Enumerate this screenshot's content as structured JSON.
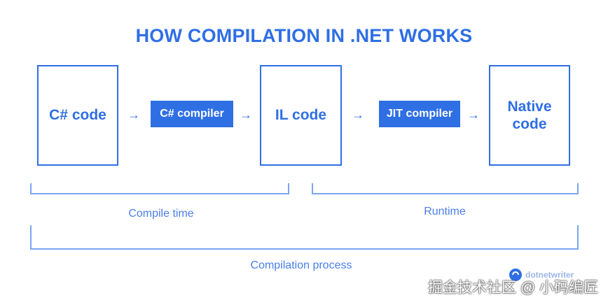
{
  "diagram": {
    "title": "HOW COMPILATION IN .NET WORKS",
    "nodes": {
      "csharp_code": "C# code",
      "csharp_compiler": "C# compiler",
      "il_code": "IL code",
      "jit_compiler": "JIT compiler",
      "native_code_line1": "Native",
      "native_code_line2": "code"
    },
    "arrow_glyph": "→",
    "brackets": {
      "compile_time": "Compile time",
      "runtime": "Runtime",
      "compilation_process": "Compilation process"
    }
  },
  "brand": {
    "logo_icon": "dotnet-brand-icon",
    "name": "dotnetwriter"
  },
  "watermark": "掘金技术社区 @ 小码编匠",
  "colors": {
    "accent": "#2f6fe4",
    "bracket": "#7aa6f0"
  }
}
